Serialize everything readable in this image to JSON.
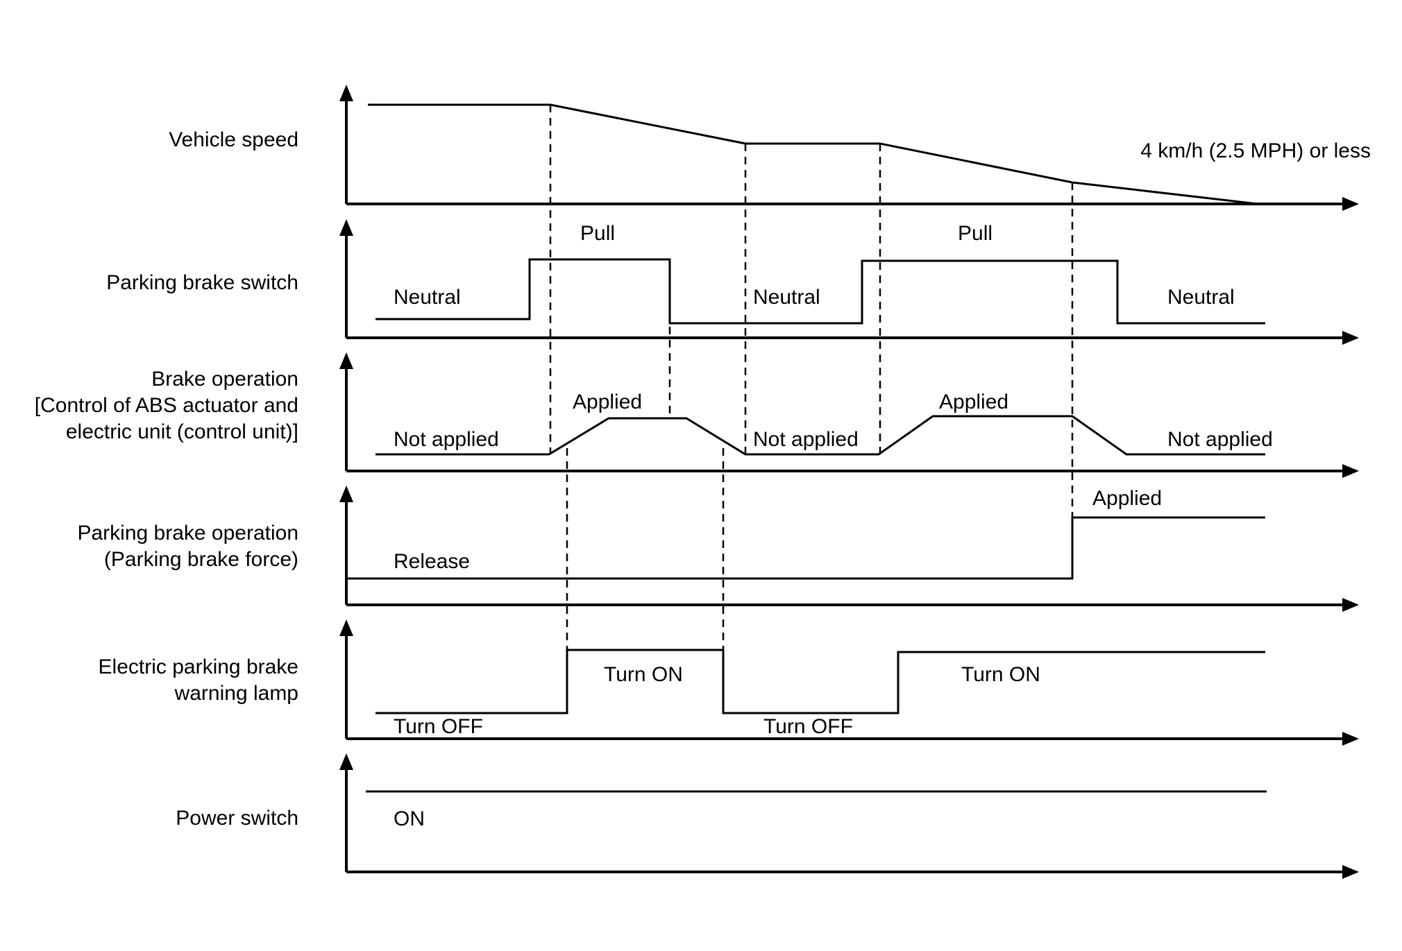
{
  "rows": [
    {
      "id": "vehicle-speed",
      "label_lines": [
        "Vehicle speed"
      ],
      "annotations": [
        "4 km/h (2.5 MPH) or less"
      ]
    },
    {
      "id": "parking-brake-switch",
      "label_lines": [
        "Parking brake switch"
      ],
      "annotations": [
        "Neutral",
        "Pull",
        "Neutral",
        "Pull",
        "Neutral"
      ]
    },
    {
      "id": "brake-operation",
      "label_lines": [
        "Brake operation",
        "[Control of ABS actuator and",
        "electric unit (control unit)]"
      ],
      "annotations": [
        "Not applied",
        "Applied",
        "Not applied",
        "Applied",
        "Not applied"
      ]
    },
    {
      "id": "parking-brake-operation",
      "label_lines": [
        "Parking brake operation",
        "(Parking brake force)"
      ],
      "annotations": [
        "Release",
        "Applied"
      ]
    },
    {
      "id": "warning-lamp",
      "label_lines": [
        "Electric parking brake",
        "warning lamp"
      ],
      "annotations": [
        "Turn OFF",
        "Turn ON",
        "Turn OFF",
        "Turn ON"
      ]
    },
    {
      "id": "power-switch",
      "label_lines": [
        "Power switch"
      ],
      "annotations": [
        "ON"
      ]
    }
  ]
}
